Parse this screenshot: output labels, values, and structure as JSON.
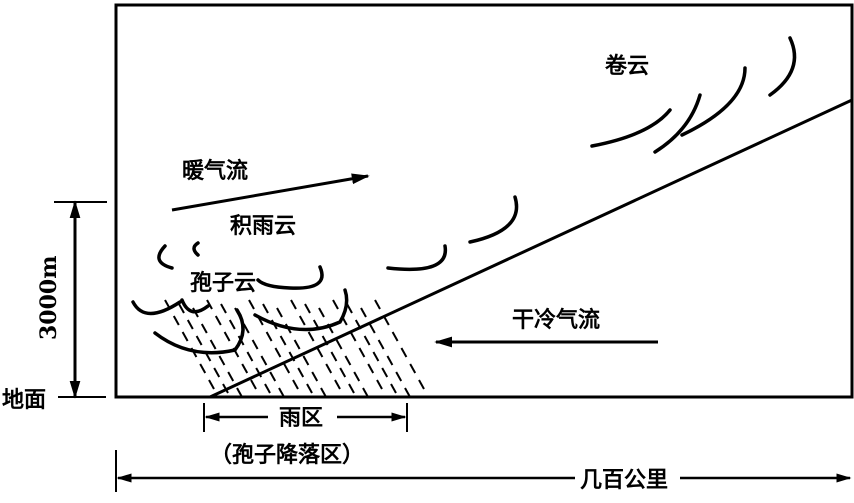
{
  "labels": {
    "cirrus": "卷云",
    "warm_flow": "暖气流",
    "cumulonimbus": "积雨云",
    "spore_cloud": "孢子云",
    "dry_cold_flow": "干冷气流",
    "height": "3000m",
    "ground": "地面",
    "rain_zone": "雨区",
    "spore_fall_zone": "（孢子降落区）",
    "distance": "几百公里"
  }
}
